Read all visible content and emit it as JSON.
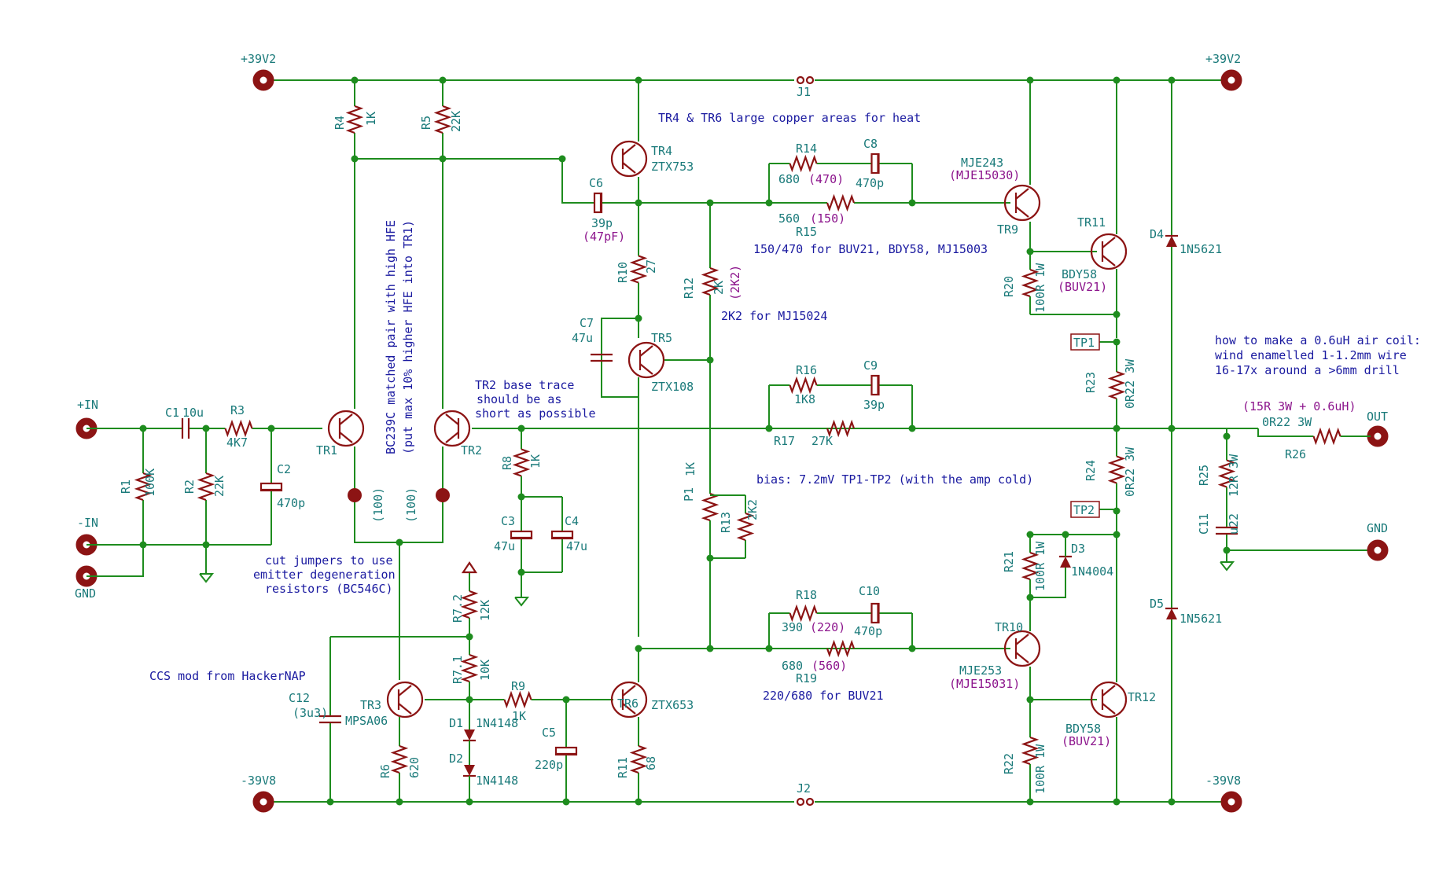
{
  "supply": {
    "pos_left": "+39V2",
    "pos_right": "+39V2",
    "neg_left": "-39V8",
    "neg_right": "-39V8",
    "jumper_top": "J1",
    "jumper_bottom": "J2"
  },
  "ports": {
    "in_pos": "+IN",
    "in_neg": "-IN",
    "gnd_left": "GND",
    "out": "OUT",
    "gnd_right": "GND"
  },
  "parts": {
    "R1": {
      "ref": "R1",
      "val": "100K"
    },
    "R2": {
      "ref": "R2",
      "val": "22K"
    },
    "R3": {
      "ref": "R3",
      "val": "4K7"
    },
    "C1": {
      "ref": "C1",
      "val": "10u"
    },
    "C2": {
      "ref": "C2",
      "val": "470p"
    },
    "R4": {
      "ref": "R4",
      "val": "1K"
    },
    "R5": {
      "ref": "R5",
      "val": "22K"
    },
    "TR1": {
      "ref": "TR1"
    },
    "TR2": {
      "ref": "TR2"
    },
    "RE1": {
      "val": "(100)"
    },
    "RE2": {
      "val": "(100)"
    },
    "TR3": {
      "ref": "TR3",
      "val": "MPSA06"
    },
    "R6": {
      "ref": "R6",
      "val": "620"
    },
    "C12": {
      "ref": "C12",
      "val": "(3u3)"
    },
    "R72": {
      "ref": "R7.2",
      "val": "12K"
    },
    "R71": {
      "ref": "R7.1",
      "val": "10K"
    },
    "R9": {
      "ref": "R9",
      "val": "1K"
    },
    "D1": {
      "ref": "D1",
      "val": "1N4148"
    },
    "D2": {
      "ref": "D2",
      "val": "1N4148"
    },
    "C5": {
      "ref": "C5",
      "val": "220p"
    },
    "R8": {
      "ref": "R8",
      "val": "1K"
    },
    "C3": {
      "ref": "C3",
      "val": "47u"
    },
    "C4": {
      "ref": "C4",
      "val": "47u"
    },
    "TR4": {
      "ref": "TR4",
      "val": "ZTX753"
    },
    "C6": {
      "ref": "C6",
      "val": "39p",
      "alt": "(47pF)"
    },
    "R10": {
      "ref": "R10",
      "val": "27"
    },
    "C7": {
      "ref": "C7",
      "val": "47u"
    },
    "TR5": {
      "ref": "TR5",
      "val": "ZTX108"
    },
    "TR6": {
      "ref": "TR6",
      "val": "ZTX653"
    },
    "R11": {
      "ref": "R11",
      "val": "68"
    },
    "R12": {
      "ref": "R12",
      "val": "2K",
      "alt": "(2K2)"
    },
    "P1": {
      "ref": "P1",
      "val": "1K"
    },
    "R13": {
      "ref": "R13",
      "val": "2K2"
    },
    "R14": {
      "ref": "R14",
      "val": "680",
      "alt": "(470)"
    },
    "R15": {
      "ref": "R15",
      "val": "560",
      "alt": "(150)"
    },
    "C8": {
      "ref": "C8",
      "val": "470p"
    },
    "R16": {
      "ref": "R16",
      "val": "1K8"
    },
    "C9": {
      "ref": "C9",
      "val": "39p"
    },
    "R17": {
      "ref": "R17",
      "val": "27K"
    },
    "R18": {
      "ref": "R18",
      "val": "390",
      "alt": "(220)"
    },
    "R19": {
      "ref": "R19",
      "val": "680",
      "alt": "(560)"
    },
    "C10": {
      "ref": "C10",
      "val": "470p"
    },
    "TR9": {
      "ref": "TR9",
      "val": "MJE243",
      "alt": "(MJE15030)"
    },
    "TR10": {
      "ref": "TR10",
      "val": "MJE253",
      "alt": "(MJE15031)"
    },
    "TR11": {
      "ref": "TR11",
      "val": "BDY58",
      "alt": "(BUV21)"
    },
    "TR12": {
      "ref": "TR12",
      "val": "BDY58",
      "alt": "(BUV21)"
    },
    "R20": {
      "ref": "R20",
      "val": "100R 1W"
    },
    "R21": {
      "ref": "R21",
      "val": "100R 1W"
    },
    "R22": {
      "ref": "R22",
      "val": "100R 1W"
    },
    "D3": {
      "ref": "D3",
      "val": "1N4004"
    },
    "R23": {
      "ref": "R23",
      "val": "0R22 3W"
    },
    "R24": {
      "ref": "R24",
      "val": "0R22 3W"
    },
    "TP1": {
      "ref": "TP1"
    },
    "TP2": {
      "ref": "TP2"
    },
    "D4": {
      "ref": "D4",
      "val": "1N5621"
    },
    "D5": {
      "ref": "D5",
      "val": "1N5621"
    },
    "R25": {
      "ref": "R25",
      "val": "12R 3W"
    },
    "C11": {
      "ref": "C11",
      "val": "u22"
    },
    "R26": {
      "ref": "R26",
      "val": "0R22 3W",
      "alt": "(15R 3W + 0.6uH)"
    }
  },
  "notes": {
    "copper": "TR4 & TR6 large copper areas for heat",
    "matched_1": "BC239C matched pair with high HFE",
    "matched_2": "(put max 10% higher HFE into TR1)",
    "tr2_1": "TR2 base trace",
    "tr2_2": "should be as",
    "tr2_3": "short as possible",
    "buv_top": "150/470 for BUV21, BDY58, MJ15003",
    "mj15024": "2K2 for MJ15024",
    "bias": "bias: 7.2mV TP1-TP2 (with the amp cold)",
    "buv_bottom": "220/680 for BUV21",
    "jumpers_1": "cut jumpers to use",
    "jumpers_2": "emitter degeneration",
    "jumpers_3": "resistors (BC546C)",
    "ccs": "CCS mod from HackerNAP",
    "coil_1": "how to make a 0.6uH air coil:",
    "coil_2": "wind enamelled 1-1.2mm wire",
    "coil_3": "16-17x around a >6mm drill"
  }
}
